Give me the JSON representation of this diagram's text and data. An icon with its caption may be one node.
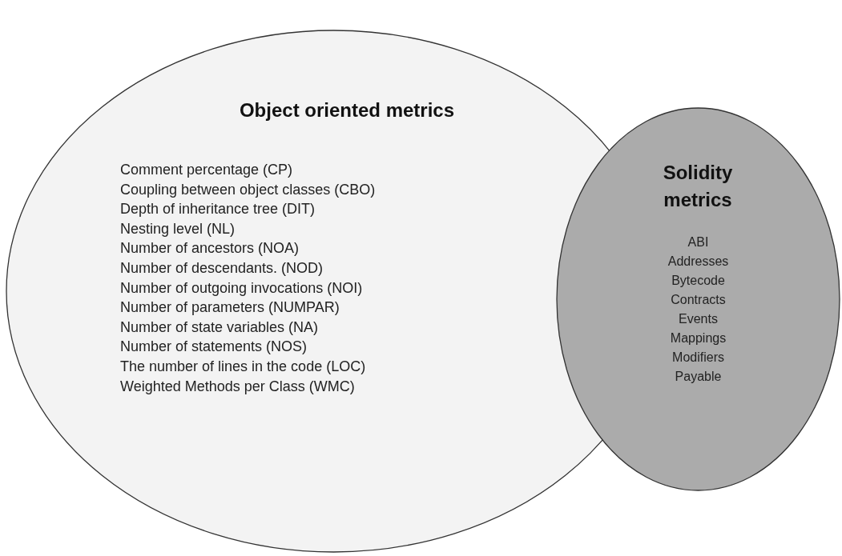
{
  "diagram": {
    "nodes": [
      {
        "text": [
          "Object oriented metrics",
          "Comment percentage (CP)",
          "Coupling between object classes (CBO)",
          "Depth of inheritance tree (DIT)",
          "Nesting level (NL)",
          "Number of ancestors (NOA)",
          "Number of descendants. (NOD)",
          "Number of outgoing invocations (NOI)",
          "Number of parameters (NUMPAR)",
          "Number of state variables (NA)",
          "Number of statements (NOS)",
          "The number of lines in the code (LOC)",
          "Weighted Methods per Class (WMC)"
        ]
      },
      {
        "text": [
          "Solidity metrics",
          "ABI",
          "Addresses",
          "Bytecode",
          "Contracts",
          "Events",
          "Mappings",
          "Modifiers",
          "Payable"
        ]
      }
    ]
  }
}
